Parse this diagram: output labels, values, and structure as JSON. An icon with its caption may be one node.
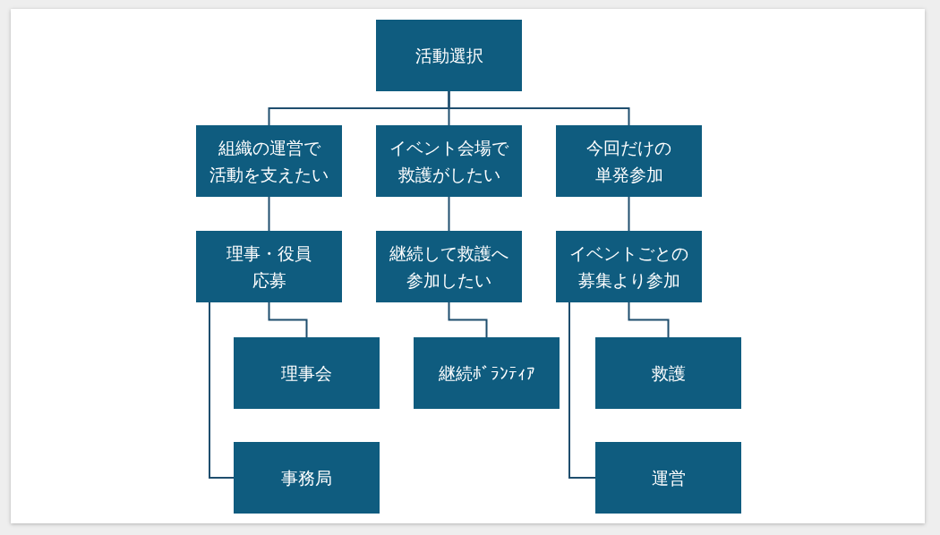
{
  "diagram": {
    "nodes": [
      {
        "text": [
          "活動選択"
        ]
      },
      {
        "text": [
          "組織の運営で活動を支えたい"
        ]
      },
      {
        "text": [
          "イベント会場で救護がしたい"
        ]
      },
      {
        "text": [
          "今回だけの単発参加"
        ]
      },
      {
        "text": [
          "理事・役員応募"
        ]
      },
      {
        "text": [
          "継続して救護へ参加したい"
        ]
      },
      {
        "text": [
          "イベントごとの募集より参加"
        ]
      },
      {
        "text": [
          "理事会"
        ]
      },
      {
        "text": [
          "継続ﾎﾞﾗﾝﾃｨｱ"
        ]
      },
      {
        "text": [
          "救護"
        ]
      },
      {
        "text": [
          "事務局"
        ]
      },
      {
        "text": [
          "運営"
        ]
      }
    ],
    "edges": [
      {
        "from": 0,
        "to": 1,
        "arrow": "none"
      },
      {
        "from": 0,
        "to": 2,
        "arrow": "none"
      },
      {
        "from": 0,
        "to": 3,
        "arrow": "none"
      },
      {
        "from": 1,
        "to": 4,
        "arrow": "none"
      },
      {
        "from": 2,
        "to": 5,
        "arrow": "none"
      },
      {
        "from": 3,
        "to": 6,
        "arrow": "none"
      },
      {
        "from": 4,
        "to": 7,
        "arrow": "none"
      },
      {
        "from": 4,
        "to": 10,
        "arrow": "none"
      },
      {
        "from": 5,
        "to": 8,
        "arrow": "none"
      },
      {
        "from": 6,
        "to": 9,
        "arrow": "none"
      },
      {
        "from": 6,
        "to": 11,
        "arrow": "none"
      }
    ]
  }
}
